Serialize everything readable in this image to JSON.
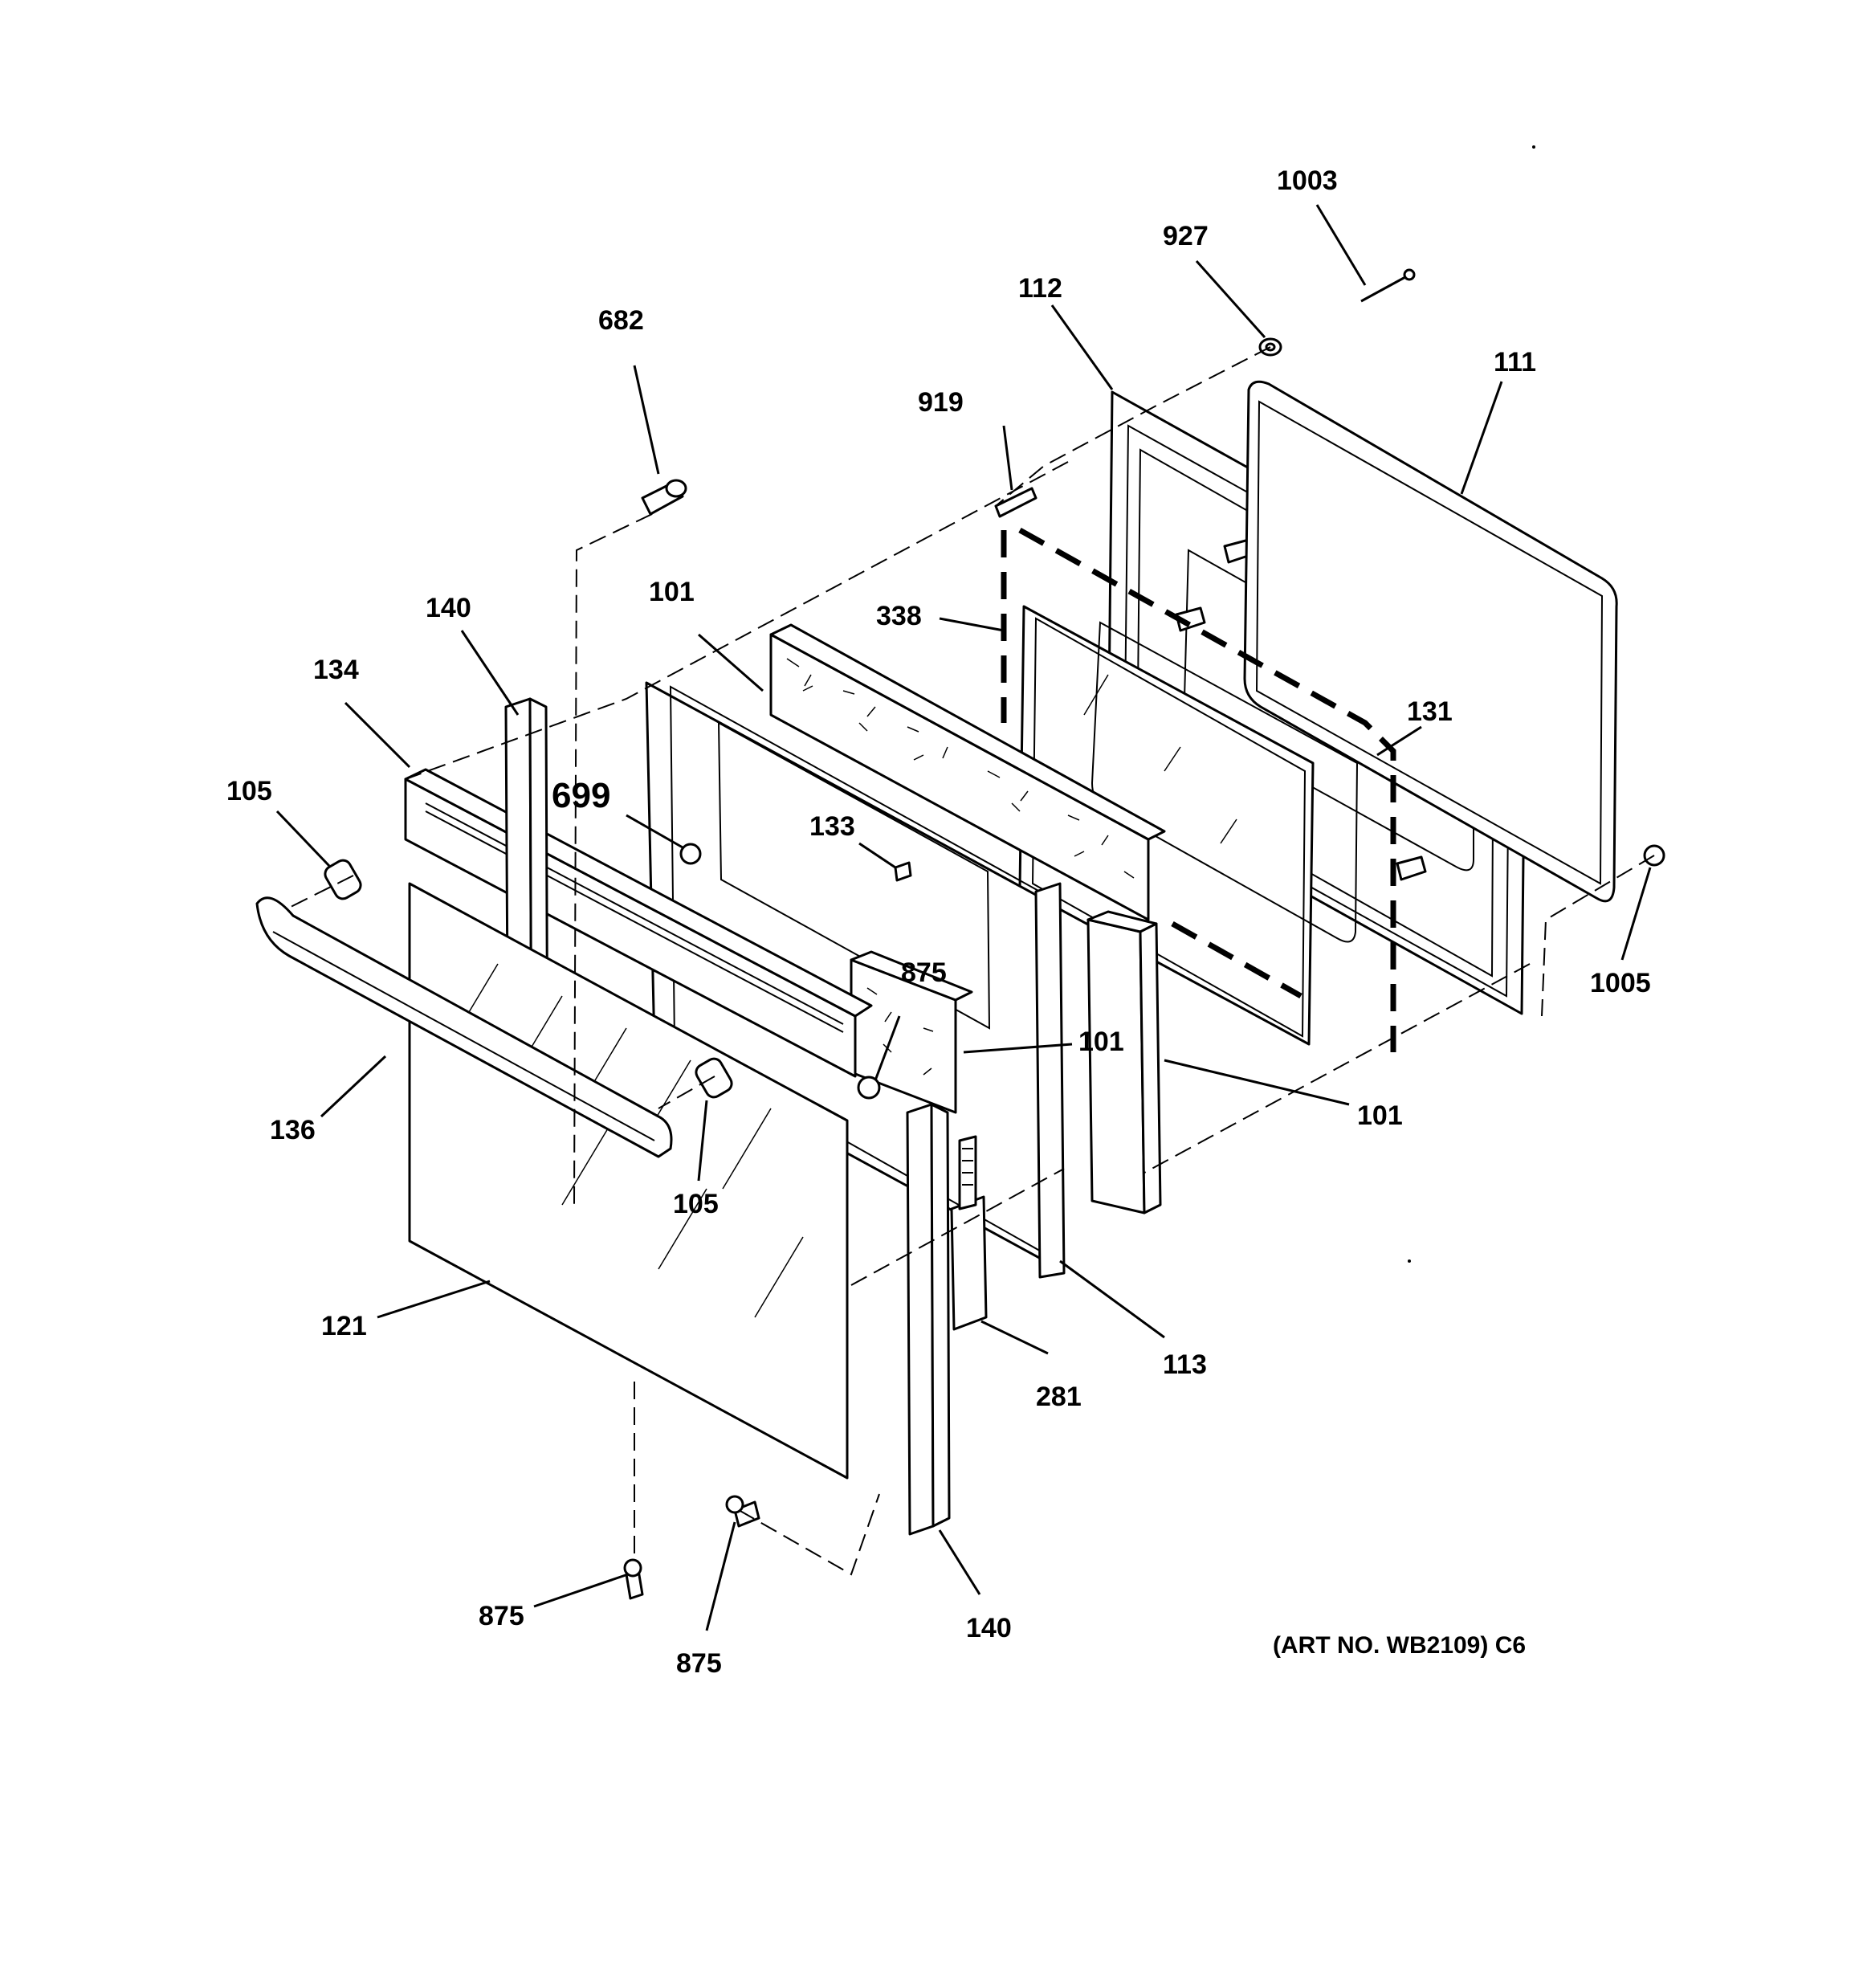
{
  "labels": {
    "p1003": "1003",
    "p927": "927",
    "p112": "112",
    "p111": "111",
    "p682": "682",
    "p919": "919",
    "p338": "338",
    "p101_top": "101",
    "p140_top": "140",
    "p134": "134",
    "p131": "131",
    "p699": "699",
    "p133": "133",
    "p105_left": "105",
    "p1005": "1005",
    "p875_mid": "875",
    "p101_mid": "101",
    "p101_right": "101",
    "p136": "136",
    "p105_bottom": "105",
    "p121": "121",
    "p281": "281",
    "p113": "113",
    "p875_bl": "875",
    "p875_bottom": "875",
    "p140_bottom": "140"
  },
  "art_number": "(ART NO. WB2109) C6"
}
